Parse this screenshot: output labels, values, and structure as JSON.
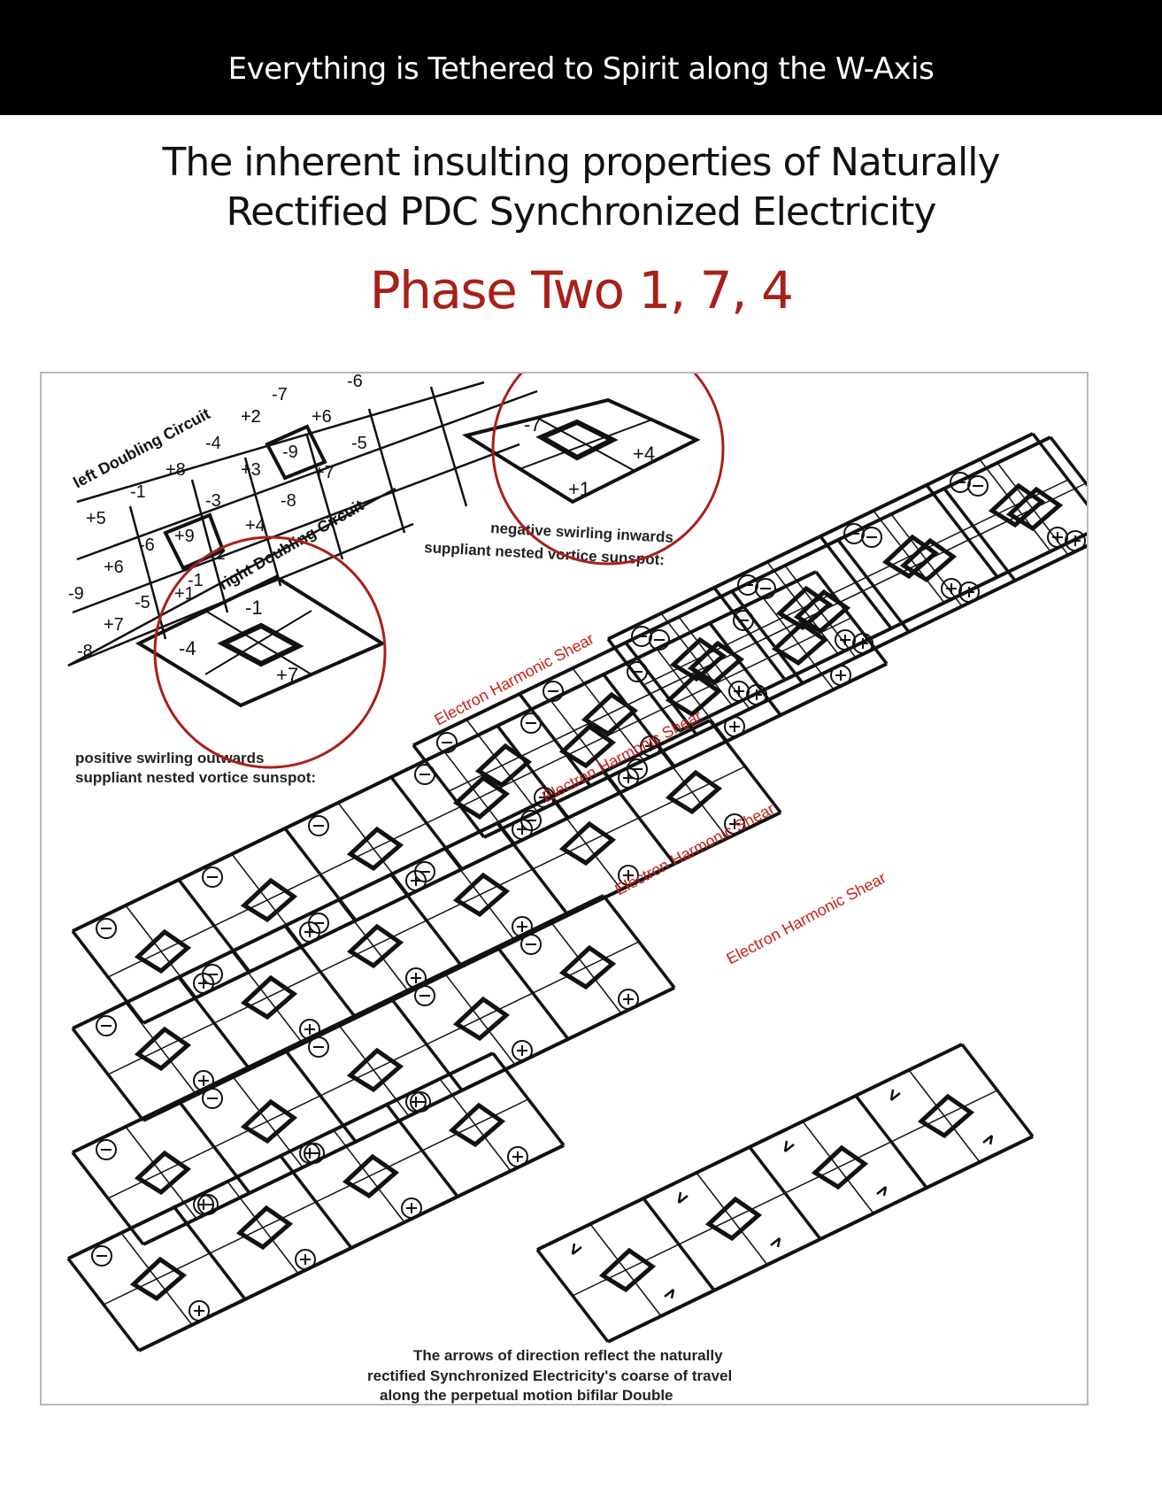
{
  "header": {
    "title": "Everything is Tethered to Spirit along the W-Axis"
  },
  "subtitle": {
    "line1": "The inherent insulting properties of Naturally",
    "line2": "Rectified PDC Synchronized Electricity"
  },
  "phase_title": "Phase Two 1, 7, 4",
  "diagram": {
    "left_circuit_label": "left Doubling Circuit",
    "right_circuit_label": "right Doubling Circuit",
    "positive_caption": {
      "line1": "positive swirling outwards",
      "line2": "suppliant nested vortice sunspot:"
    },
    "negative_caption": {
      "line1": "negative swirling inwards",
      "line2": "suppliant nested vortice sunspot:"
    },
    "shear_labels": [
      "Electron Harmonic Shear",
      "Electron Harmonic Shear",
      "Electron Harmonic Shear",
      "Electron Harmonic Shear"
    ],
    "arrows_caption": {
      "line1": "The arrows of direction reflect the naturally",
      "line2": "rectified Synchronized Electricity's coarse of travel",
      "line3": "along the perpetual motion bifilar Double"
    },
    "left_cells": [
      "-7",
      "-6",
      "+2",
      "+6",
      "+2",
      "-4",
      "-9",
      "-5",
      "+8",
      "+3",
      "+7",
      "-1",
      "-3",
      "-8",
      "+5",
      "+9",
      "+4",
      "-6",
      "-2",
      "-1",
      "+6",
      "+1",
      "-9",
      "-5",
      "+7",
      "-8"
    ],
    "positive_sunspot": {
      "top": "-1",
      "left": "-4",
      "right": "+7"
    },
    "negative_sunspot": {
      "top": "-7",
      "right": "+4",
      "bottom": "+1"
    },
    "highlight_color": "#a82018"
  }
}
